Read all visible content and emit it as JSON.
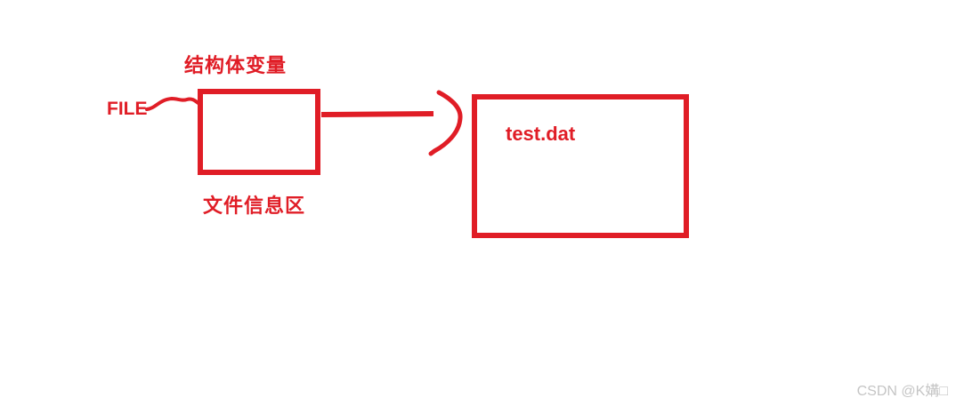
{
  "colors": {
    "ink": "#e01d26",
    "watermark": "#c5c5c5",
    "background": "#ffffff"
  },
  "diagram": {
    "struct_variable_label": "结构体变量",
    "file_pointer_label": "FILE",
    "file_info_area_label": "文件信息区",
    "file_name_label": "test.dat",
    "icons": {
      "squiggle_connector": "hand-drawn-squiggle-line",
      "arrow": "hand-drawn-right-arrow"
    }
  },
  "watermark": {
    "text": "CSDN @K媾□"
  }
}
